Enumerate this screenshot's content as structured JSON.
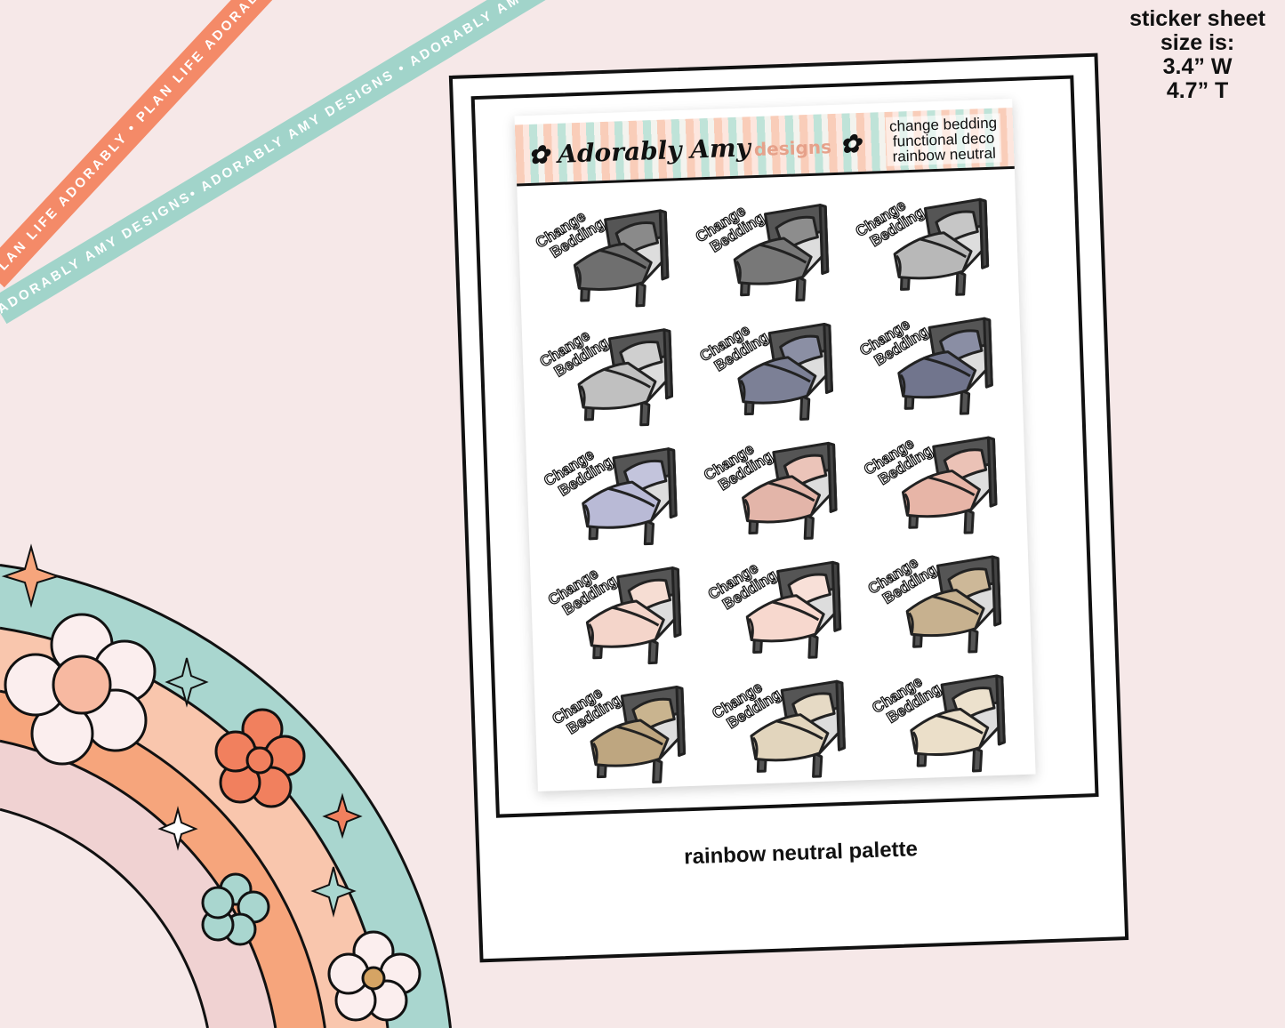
{
  "ribbons": {
    "orange_text": "PLAN LIFE ADORABLY • PLAN LIFE ADORABLY • PLAN LIFE ADORABLY",
    "teal_text": "ADORABLY AMY DESIGNS• ADORABLY AMY DESIGNS • ADORABLY AMY DESIGNS"
  },
  "size_note": {
    "line1": "sticker sheet",
    "line2": "size is:",
    "line3": "3.4” W",
    "line4": "4.7” T"
  },
  "sheet": {
    "logo": {
      "script": "Adorably Amy",
      "word": "designs"
    },
    "title_lines": [
      "change bedding",
      "functional deco",
      "rainbow neutral"
    ],
    "sticker_label": [
      "Change",
      "Bedding"
    ],
    "stickers": [
      {
        "blanket": "#6f6f6f",
        "pillow": "#8a8a8a"
      },
      {
        "blanket": "#787878",
        "pillow": "#8d8d8d"
      },
      {
        "blanket": "#b8b8b8",
        "pillow": "#c6c6c6"
      },
      {
        "blanket": "#c0c0c0",
        "pillow": "#cfcfcf"
      },
      {
        "blanket": "#7c8096",
        "pillow": "#8b8fa4"
      },
      {
        "blanket": "#71758d",
        "pillow": "#8a8ea4"
      },
      {
        "blanket": "#b9bad6",
        "pillow": "#c3c4dc"
      },
      {
        "blanket": "#e3b5a9",
        "pillow": "#ebc4b9"
      },
      {
        "blanket": "#e7b5a7",
        "pillow": "#ebc2b6"
      },
      {
        "blanket": "#f4d5ca",
        "pillow": "#f6ddd3"
      },
      {
        "blanket": "#f7d8ce",
        "pillow": "#f8e0d8"
      },
      {
        "blanket": "#c7b18f",
        "pillow": "#cdb898"
      },
      {
        "blanket": "#bea680",
        "pillow": "#c9b48f"
      },
      {
        "blanket": "#e2d5bd",
        "pillow": "#e6dac5"
      },
      {
        "blanket": "#ebdfc9",
        "pillow": "#ece1cd"
      }
    ]
  },
  "caption": "rainbow neutral palette",
  "colors": {
    "background": "#f6e8e8",
    "orange": "#f48a68",
    "teal": "#a1d4ca",
    "peach": "#f9c6ad",
    "pink": "#f0d0d0"
  }
}
